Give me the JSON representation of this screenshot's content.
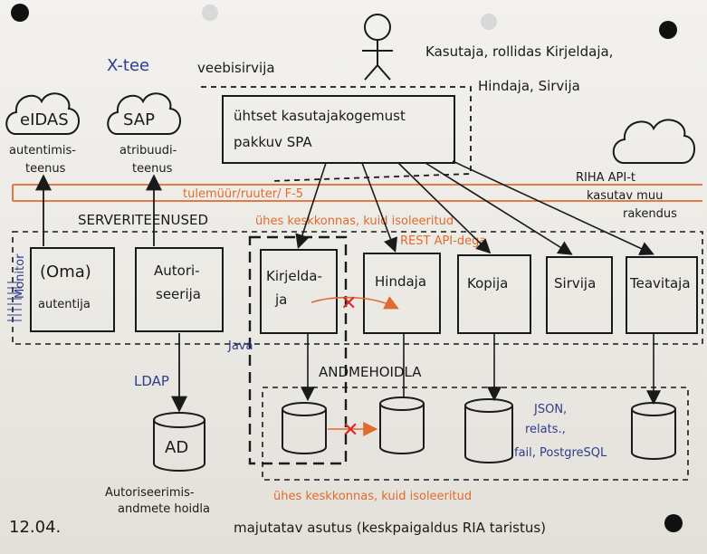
{
  "diagram": {
    "xtee_label": "X-tee",
    "veebisirvija_label": "veebisirvija",
    "actor_roles_line1": "Kasutaja, rollidas Kirjeldaja,",
    "actor_roles_line2": "Hindaja, Sirvija",
    "spa_line1": "ühtset kasutajakogemust",
    "spa_line2": "pakkuv SPA",
    "eidas_label": "eIDAS",
    "sap_label": "SAP",
    "eidas_desc_line1": "autentimis-",
    "eidas_desc_line2": "teenus",
    "sap_desc_line1": "atribuudi-",
    "sap_desc_line2": "teenus",
    "riha_line1": "RIHA API-t",
    "riha_line2": "kasutav muu",
    "riha_line3": "rakendus",
    "f5_label": "tulemüür/ruuter/ F-5",
    "isolation_top": "ühes keskkonnas, kuid isoleeritud",
    "rest_label": "REST API-dega",
    "serveriteenused_label": "SERVERITEENUSED",
    "monitor_label": "Monitor",
    "java_label": "Java",
    "andmehoidla_label": "ANDMEHOIDLA",
    "ldap_label": "LDAP",
    "ad_label": "AD",
    "ad_desc_line1": "Autoriseerimis-",
    "ad_desc_line2": "andmete hoidla",
    "json_line1": "JSON,",
    "json_line2": "relats.,",
    "json_line3": "fail, PostgreSQL",
    "isolation_bottom": "ühes keskkonnas, kuid isoleeritud",
    "date_label": "12.04.",
    "footer_label": "majutatav asutus (keskpaigaldus RIA taristus)",
    "services": [
      {
        "line1": "(Oma)",
        "line2": "autentija"
      },
      {
        "line1": "Autori-",
        "line2": "seerija"
      },
      {
        "line1": "Kirjelda-",
        "line2": "ja"
      },
      {
        "line1": "Hindaja",
        "line2": ""
      },
      {
        "line1": "Kopija",
        "line2": ""
      },
      {
        "line1": "Sirvija",
        "line2": ""
      },
      {
        "line1": "Teavitaja",
        "line2": ""
      }
    ],
    "red_cross": "✕"
  }
}
